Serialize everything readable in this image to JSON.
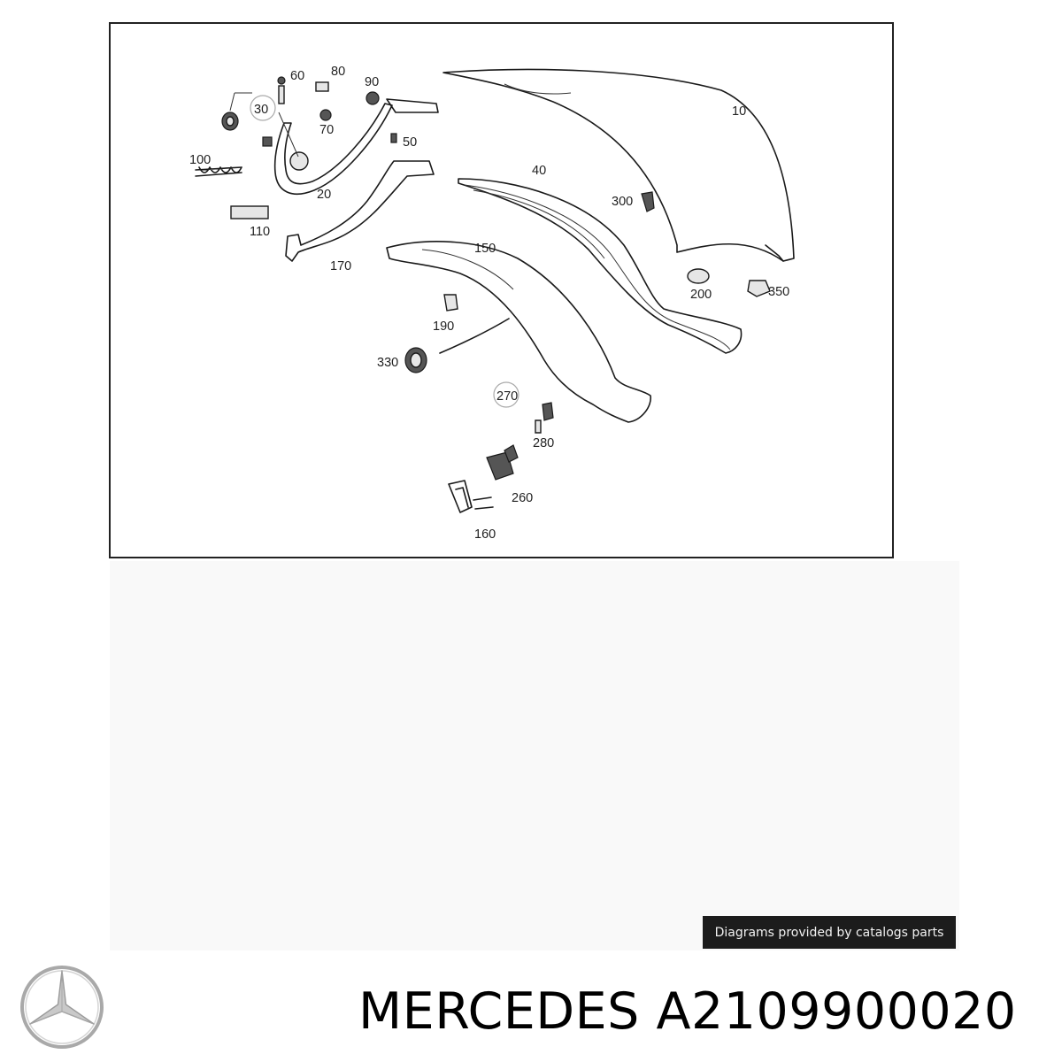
{
  "diagram": {
    "callouts": [
      "10",
      "20",
      "30",
      "40",
      "50",
      "60",
      "70",
      "80",
      "90",
      "100",
      "110",
      "150",
      "160",
      "170",
      "190",
      "200",
      "260",
      "270",
      "280",
      "300",
      "330",
      "350"
    ]
  },
  "credit_text": "Diagrams provided by catalogs parts",
  "brand": {
    "maker": "MERCEDES",
    "part_number": "A2109900020",
    "logo_icon": "mercedes-star-icon"
  }
}
